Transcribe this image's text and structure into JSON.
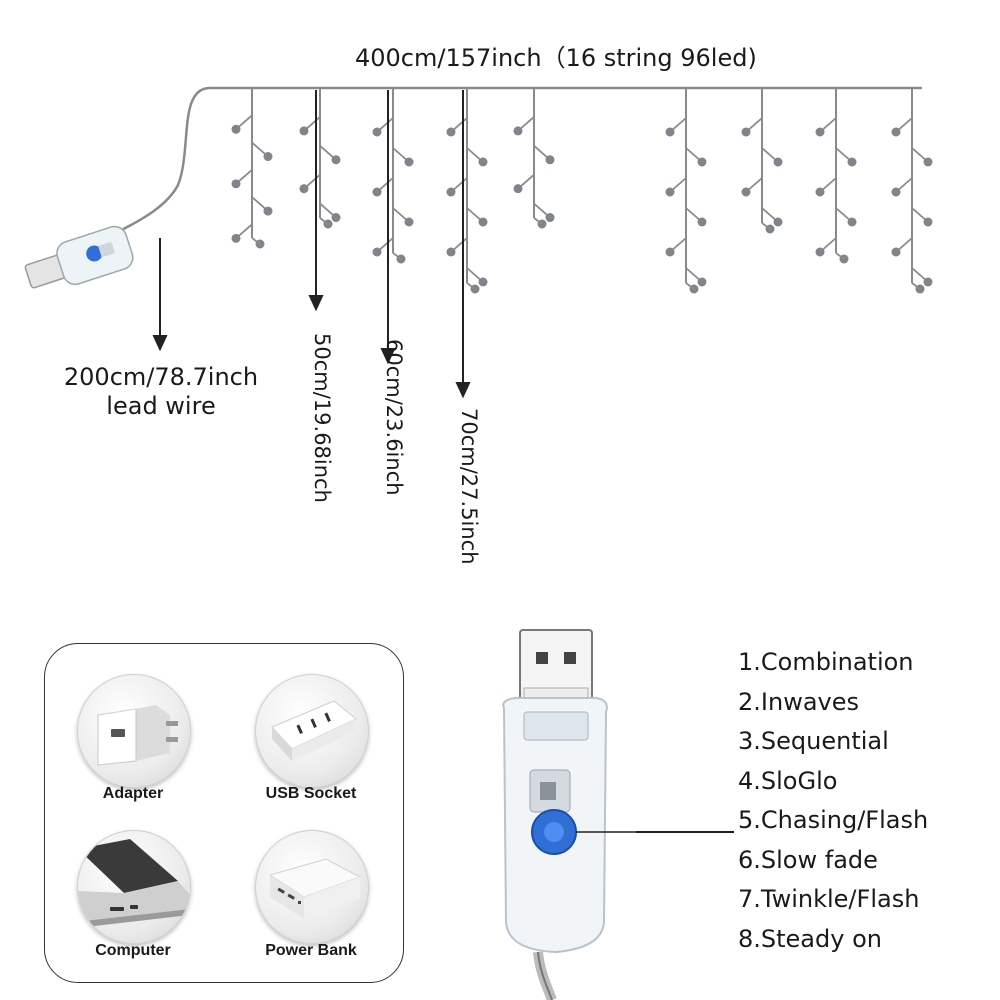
{
  "top_dimension": "400cm/157inch（16 string 96led)",
  "lead_wire": {
    "line1": "200cm/78.7inch",
    "line2": "lead wire"
  },
  "drop_lengths": [
    "50cm/19.68inch",
    "60cm/23.6inch",
    "70cm/27.5inch"
  ],
  "power_sources": [
    {
      "label": "Adapter",
      "icon": "adapter-icon"
    },
    {
      "label": "USB Socket",
      "icon": "usb-socket-icon"
    },
    {
      "label": "Computer",
      "icon": "laptop-icon"
    },
    {
      "label": "Power Bank",
      "icon": "power-bank-icon"
    }
  ],
  "modes": [
    "1.Combination",
    "2.Inwaves",
    "3.Sequential",
    "4.SloGlo",
    "5.Chasing/Flash",
    "6.Slow fade",
    "7.Twinkle/Flash",
    "8.Steady on"
  ],
  "colors": {
    "wire": "#7a7a7a",
    "button": "#2f6fd6",
    "line": "#222222"
  }
}
